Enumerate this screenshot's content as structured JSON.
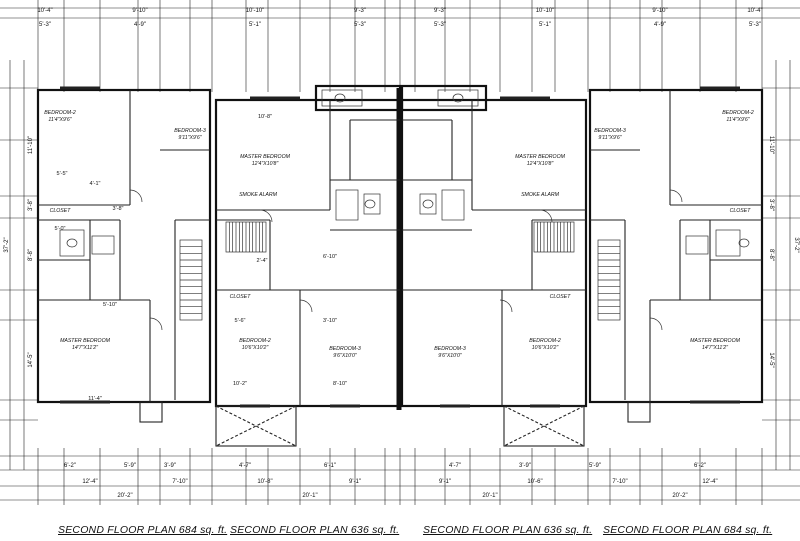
{
  "captions": [
    "SECOND FLOOR PLAN 684 sq. ft.",
    "SECOND FLOOR PLAN 636 sq. ft.",
    "SECOND FLOOR PLAN 636 sq. ft.",
    "SECOND FLOOR PLAN 684 sq. ft."
  ],
  "rooms": {
    "bedroom2": "BEDROOM-2",
    "bedroom3": "BEDROOM-3",
    "master": "MASTER BEDROOM",
    "closet": "CLOSET",
    "smoke": "SMOKE ALARM",
    "size_11x9": "11'4\"X9'6\"",
    "size_9x9": "9'11\"X9'6\"",
    "size_14x11": "14'7\"X11'2\"",
    "size_12x10": "12'4\"X10'8\"",
    "size_10x10": "10'6\"X10'2\"",
    "size_9x10": "9'6\"X10'0\""
  },
  "dims": {
    "top_outer": [
      "10'-4\"",
      "9'-10\"",
      "10'-10\"",
      "9'-3\"",
      "9'-3\"",
      "10'-10\"",
      "9'-10\"",
      "10'-4\""
    ],
    "top_inner": [
      "5'-3\"",
      "4'-9\"",
      "5'-1\"",
      "5'-3\"",
      "5'-3\"",
      "5'-1\"",
      "4'-9\"",
      "5'-3\""
    ],
    "bottom_a": [
      "6'-2\"",
      "5'-9\"",
      "3'-9\"",
      "4'-7\"",
      "6'-1\"",
      "4'-7\"",
      "3'-9\"",
      "5'-9\"",
      "6'-2\""
    ],
    "bottom_b": [
      "12'-4\"",
      "7'-10\"",
      "10'-8\"",
      "9'-1\"",
      "9'-1\"",
      "10'-6\"",
      "7'-10\"",
      "12'-4\""
    ],
    "bottom_total": [
      "20'-2\"",
      "20'-1\"",
      "20'-1\"",
      "20'-2\""
    ],
    "left_side": [
      "11'-10\"",
      "3'-8\"",
      "8'-8\"",
      "14'-5\""
    ],
    "right_side": [
      "11'-10\"",
      "3'-8\"",
      "8'-8\"",
      "14'-5\""
    ],
    "overall_side": [
      "37'-2\"",
      "37'-2\""
    ],
    "misc": [
      "10'-2\"",
      "8'-10\"",
      "11'-4\"",
      "10'-8\"",
      "6'-10\"",
      "5'-10\"",
      "5'-0\"",
      "5'-5\"",
      "4'-1\"",
      "2'-4\"",
      "3'-8\"",
      "5'-6\"",
      "3'-10\""
    ]
  }
}
